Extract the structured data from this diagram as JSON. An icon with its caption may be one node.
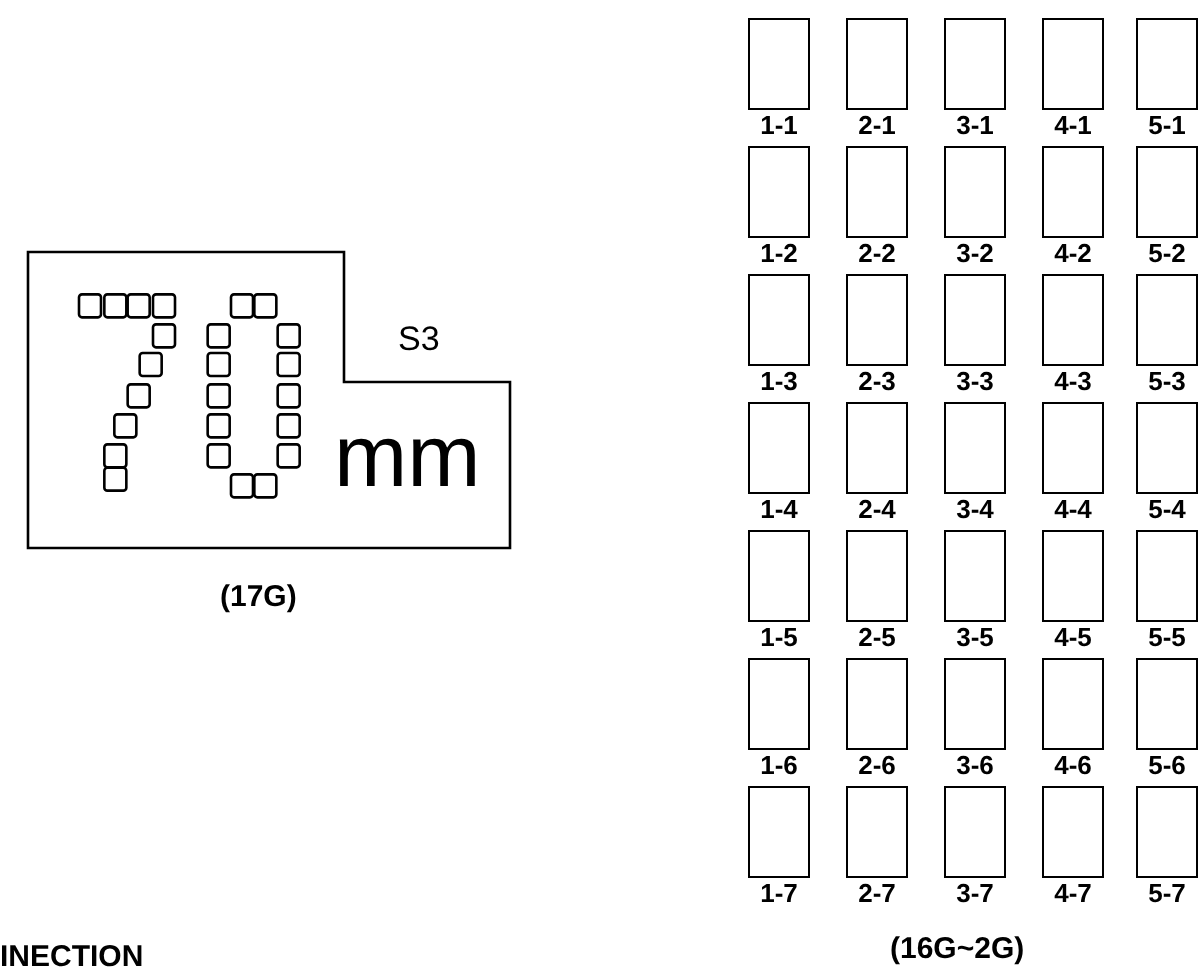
{
  "diagram": {
    "nodes": [
      {
        "text": [
          "S3",
          "mm"
        ],
        "beside": [
          "(17G)"
        ]
      },
      {
        "text": [
          "1-1"
        ]
      },
      {
        "text": [
          "2-1"
        ]
      },
      {
        "text": [
          "3-1"
        ]
      },
      {
        "text": [
          "4-1"
        ]
      },
      {
        "text": [
          "5-1"
        ]
      },
      {
        "text": [
          "1-2"
        ]
      },
      {
        "text": [
          "2-2"
        ]
      },
      {
        "text": [
          "3-2"
        ]
      },
      {
        "text": [
          "4-2"
        ]
      },
      {
        "text": [
          "5-2"
        ]
      },
      {
        "text": [
          "1-3"
        ]
      },
      {
        "text": [
          "2-3"
        ]
      },
      {
        "text": [
          "3-3"
        ]
      },
      {
        "text": [
          "4-3"
        ]
      },
      {
        "text": [
          "5-3"
        ]
      },
      {
        "text": [
          "1-4"
        ]
      },
      {
        "text": [
          "2-4"
        ]
      },
      {
        "text": [
          "3-4"
        ]
      },
      {
        "text": [
          "4-4"
        ]
      },
      {
        "text": [
          "5-4"
        ]
      },
      {
        "text": [
          "1-5"
        ]
      },
      {
        "text": [
          "2-5"
        ]
      },
      {
        "text": [
          "3-5"
        ]
      },
      {
        "text": [
          "4-5"
        ]
      },
      {
        "text": [
          "5-5"
        ]
      },
      {
        "text": [
          "1-6"
        ]
      },
      {
        "text": [
          "2-6"
        ]
      },
      {
        "text": [
          "3-6"
        ]
      },
      {
        "text": [
          "4-6"
        ]
      },
      {
        "text": [
          "5-6"
        ]
      },
      {
        "text": [
          "1-7"
        ]
      },
      {
        "text": [
          "2-7"
        ]
      },
      {
        "text": [
          "3-7"
        ]
      },
      {
        "text": [
          "4-7"
        ]
      },
      {
        "text": [
          "5-7"
        ]
      }
    ],
    "labels": [
      "(16G~2G)",
      "INECTION"
    ]
  }
}
